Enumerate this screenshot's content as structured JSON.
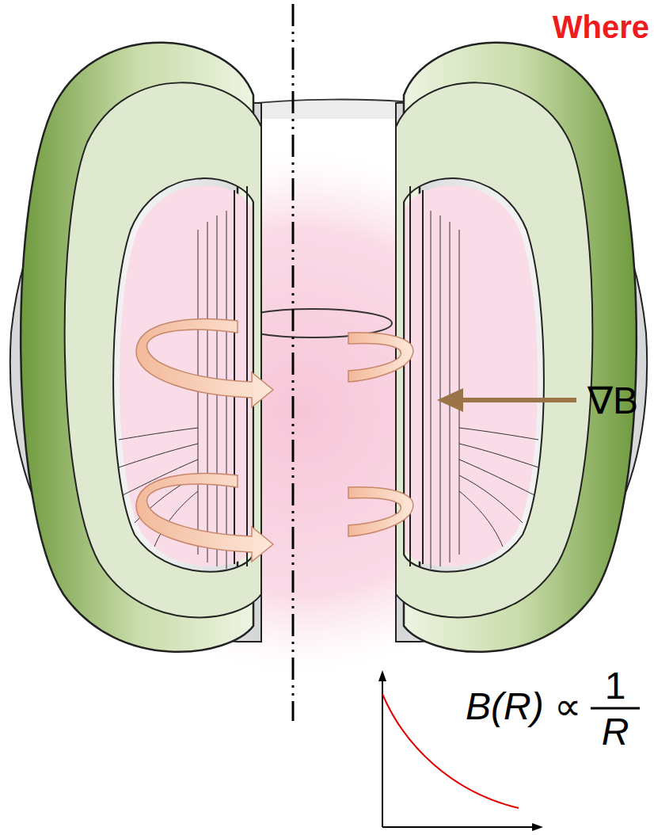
{
  "diagram": {
    "title": "Where",
    "labels": [
      "∇B",
      "B(R) ∝",
      "1",
      "R"
    ]
  }
}
